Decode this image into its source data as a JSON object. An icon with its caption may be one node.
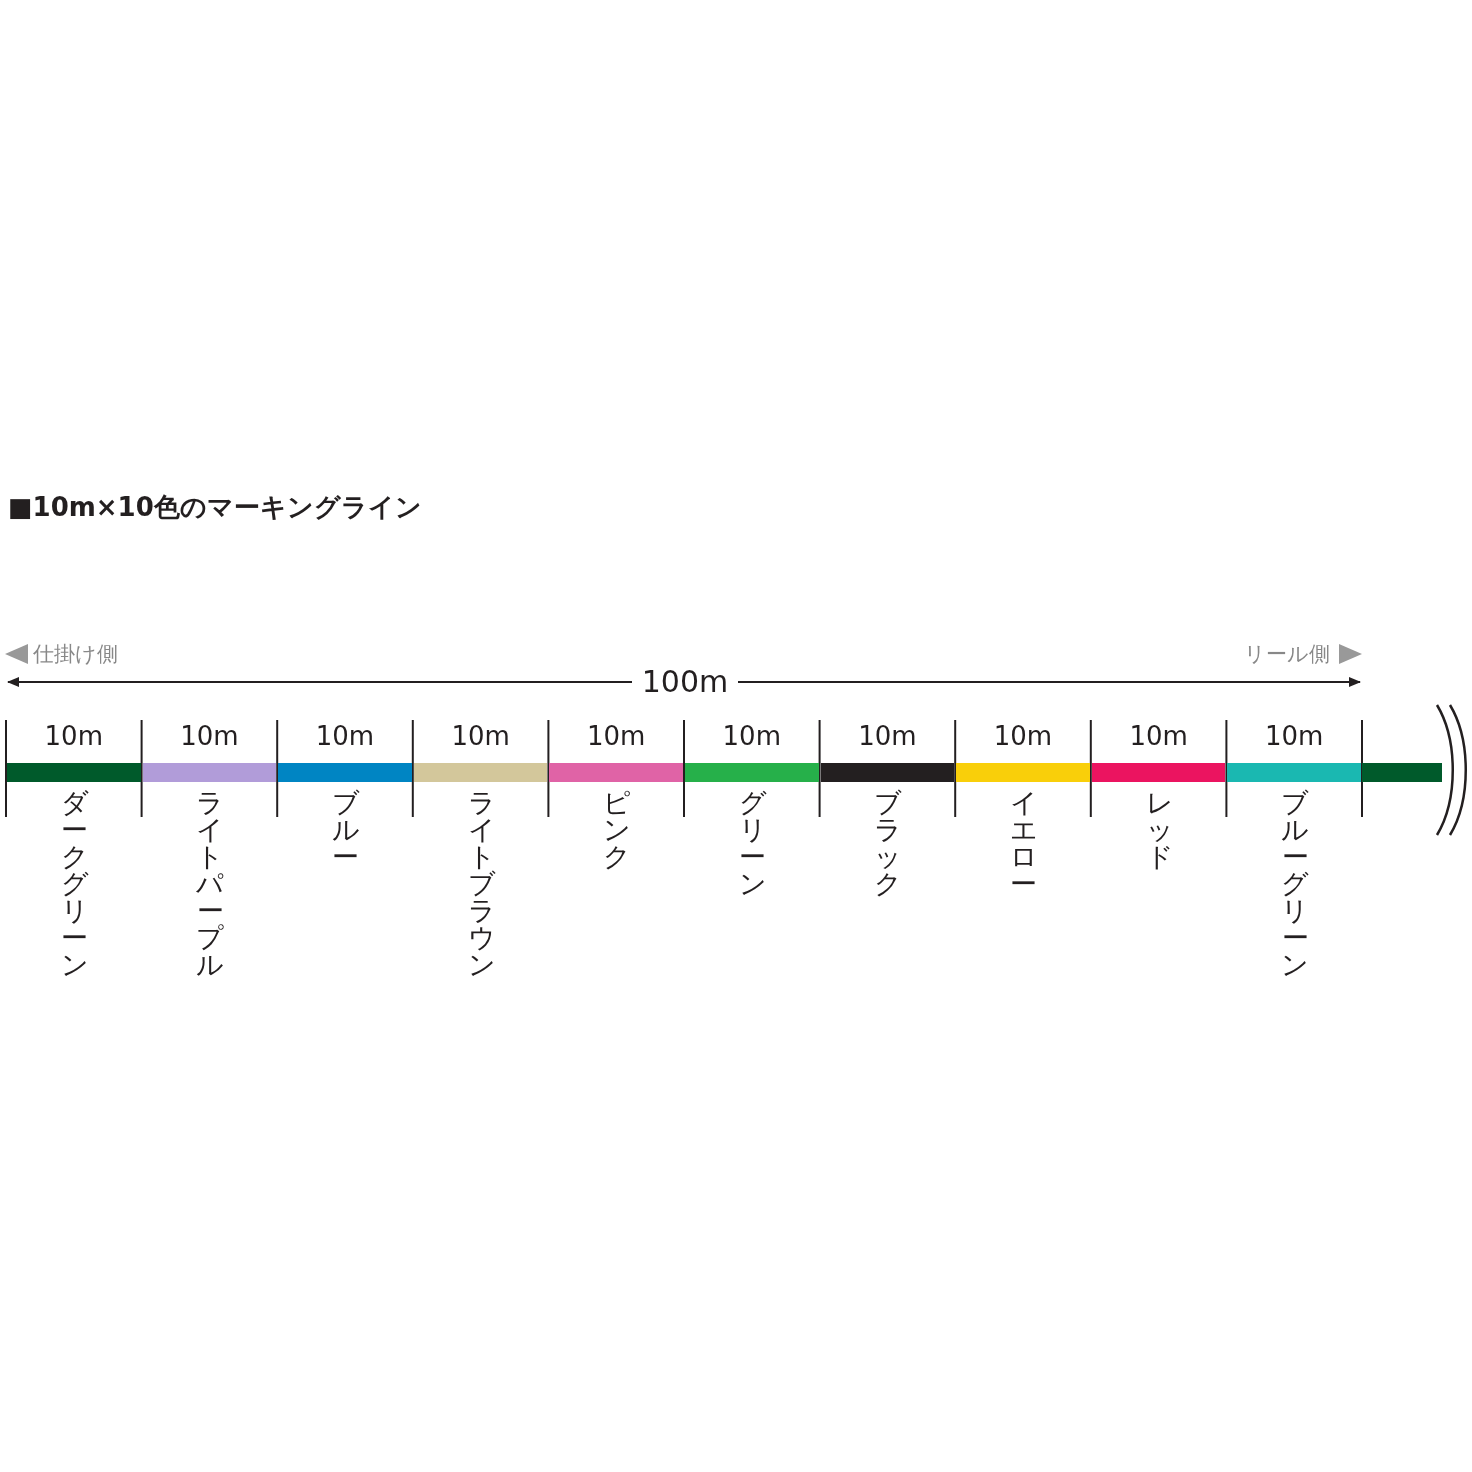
{
  "diagram": {
    "title": "■10m×10色のマーキングライン",
    "nodes": [
      {
        "text": [
          "ダークグリーン"
        ],
        "beside": [
          "10m"
        ]
      },
      {
        "text": [
          "ライトパープル"
        ],
        "beside": [
          "10m"
        ]
      },
      {
        "text": [
          "ブルー"
        ],
        "beside": [
          "10m"
        ]
      },
      {
        "text": [
          "ライトブラウン"
        ],
        "beside": [
          "10m"
        ]
      },
      {
        "text": [
          "ピンク"
        ],
        "beside": [
          "10m"
        ]
      },
      {
        "text": [
          "グリーン"
        ],
        "beside": [
          "10m"
        ]
      },
      {
        "text": [
          "ブラック"
        ],
        "beside": [
          "10m"
        ]
      },
      {
        "text": [
          "イエロー"
        ],
        "beside": [
          "10m"
        ]
      },
      {
        "text": [
          "レッド"
        ],
        "beside": [
          "10m"
        ]
      },
      {
        "text": [
          "ブルーグリーン"
        ],
        "beside": [
          "10m"
        ]
      }
    ],
    "labels": [
      "仕掛け側",
      "リール側",
      "100m"
    ]
  }
}
